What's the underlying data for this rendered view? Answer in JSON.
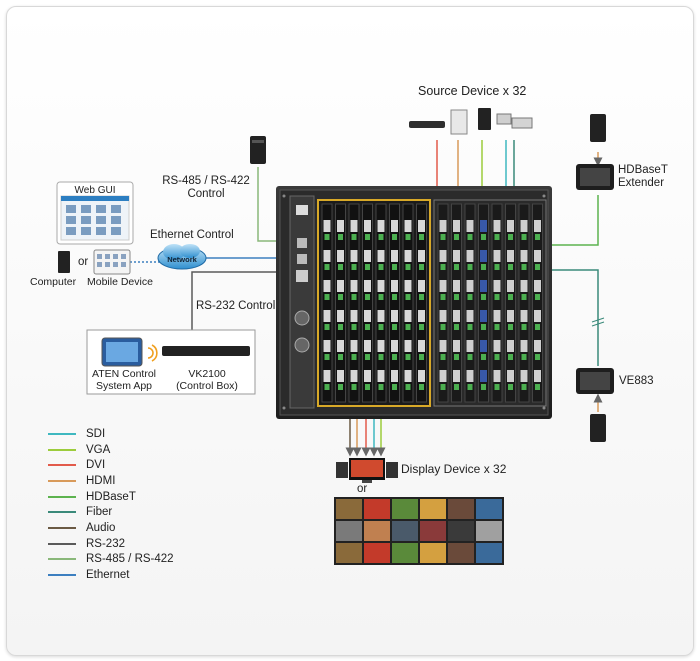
{
  "labels": {
    "source_devices": "Source Device x 32",
    "rs485_line1": "RS-485 / RS-422",
    "rs485_line2": "Control",
    "web_gui": "Web GUI",
    "or1": "or",
    "computer": "Computer",
    "mobile_device": "Mobile Device",
    "ethernet_control": "Ethernet Control",
    "network": "Network",
    "rs232_control": "RS-232 Control",
    "app_line1": "ATEN Control",
    "app_line2": "System App",
    "vk_line1": "VK2100",
    "vk_line2": "(Control Box)",
    "hdbaset_line1": "HDBaseT",
    "hdbaset_line2": "Extender",
    "ve883": "VE883",
    "display_devices": "Display Device x 32",
    "or2": "or"
  },
  "legend": [
    {
      "label": "SDI",
      "color": "#3fb8c0"
    },
    {
      "label": "VGA",
      "color": "#9ccc3c"
    },
    {
      "label": "DVI",
      "color": "#e25b4b"
    },
    {
      "label": "HDMI",
      "color": "#d89a5a"
    },
    {
      "label": "HDBaseT",
      "color": "#5db34f"
    },
    {
      "label": "Fiber",
      "color": "#3a8a7a"
    },
    {
      "label": "Audio",
      "color": "#6b5a44"
    },
    {
      "label": "RS-232",
      "color": "#5a5a5a"
    },
    {
      "label": "RS-485 / RS-422",
      "color": "#8ab87a"
    },
    {
      "label": "Ethernet",
      "color": "#3c7fc0"
    }
  ]
}
